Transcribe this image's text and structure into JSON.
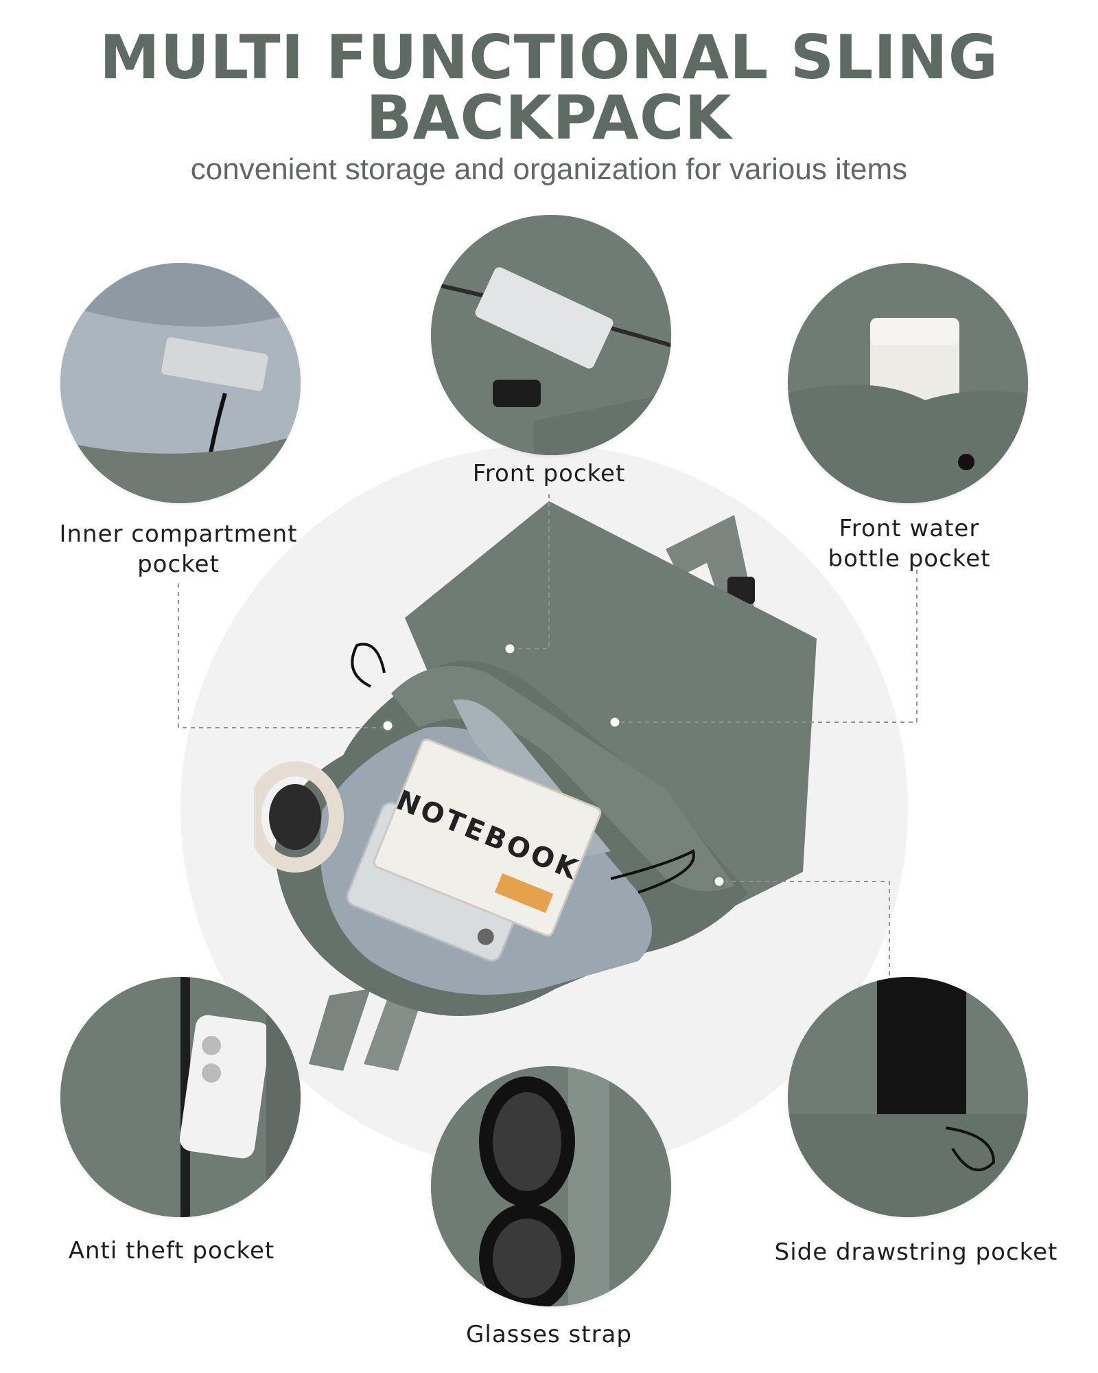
{
  "header": {
    "title_line1": "MULTI FUNCTIONAL SLING",
    "title_line2": "BACKPACK",
    "subtitle": "convenient storage and organization for various items"
  },
  "features": {
    "inner_compartment": {
      "line1": "Inner compartment",
      "line2": "pocket"
    },
    "front_pocket": "Front pocket",
    "water_bottle": {
      "line1": "Front water",
      "line2": "bottle pocket"
    },
    "anti_theft": "Anti theft pocket",
    "glasses_strap": "Glasses strap",
    "side_drawstring": "Side drawstring pocket"
  },
  "product": {
    "notebook_text": "NOTEBOOK"
  },
  "colors": {
    "title": "#5e6b63",
    "bag_green": "#6f7c74",
    "lining": "#9aa7b0",
    "background_circle": "#f2f2f2"
  }
}
